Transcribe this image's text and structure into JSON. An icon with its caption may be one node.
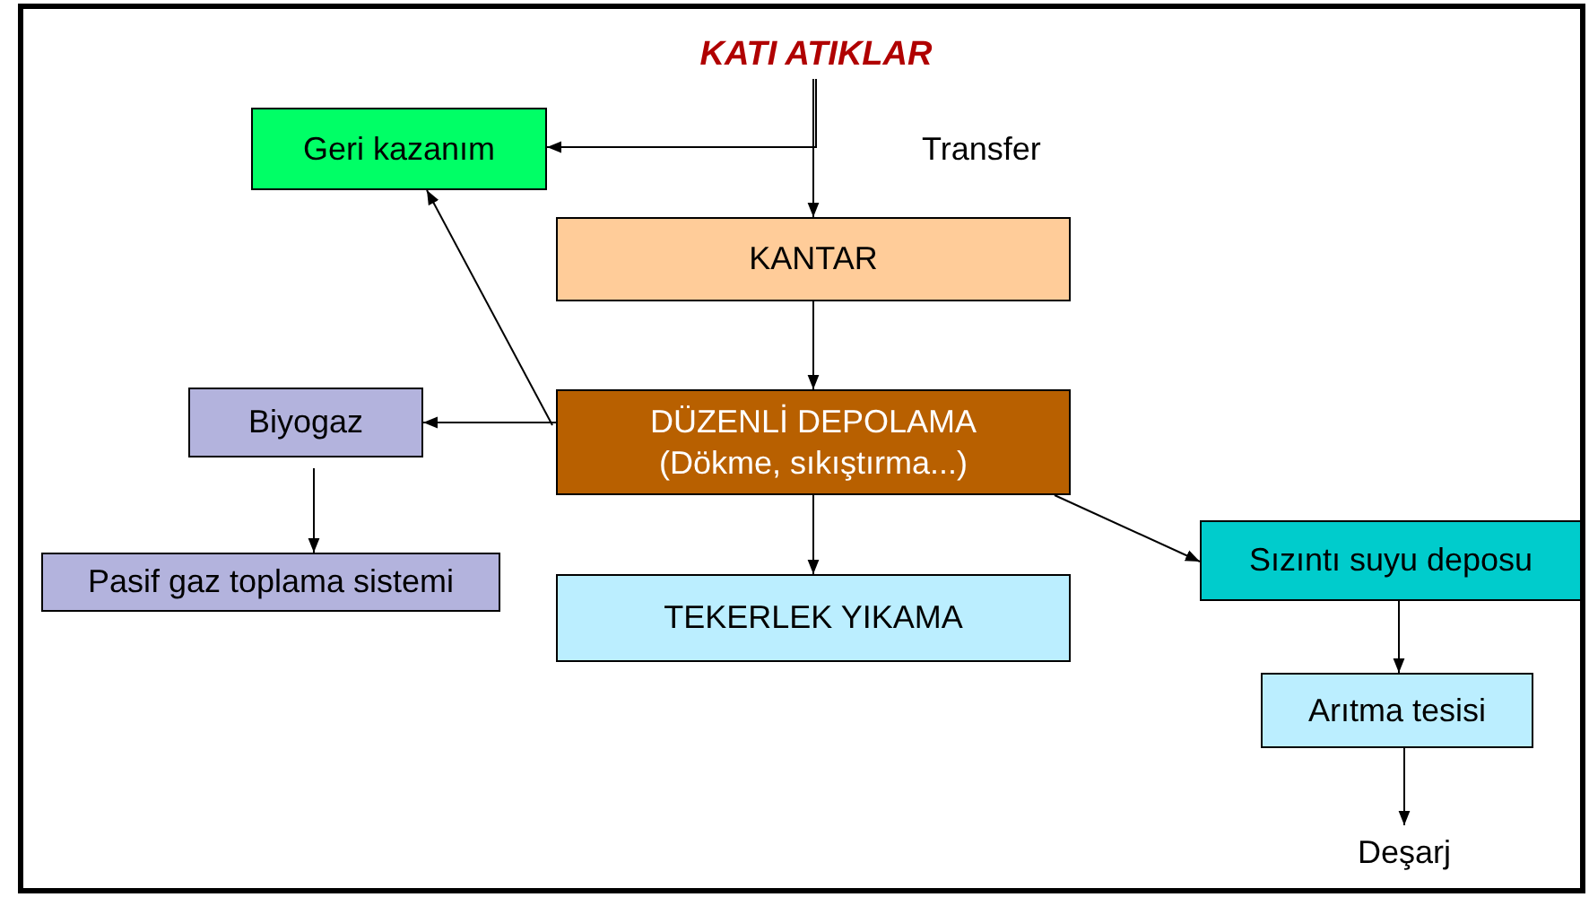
{
  "diagram": {
    "nodes": [
      {
        "text": [
          "KATI ATIKLAR"
        ]
      },
      {
        "text": [
          "Geri kazanım"
        ]
      },
      {
        "text": [
          "KANTAR"
        ]
      },
      {
        "text": [
          "DÜZENLİ DEPOLAMA",
          "(Dökme, sıkıştırma...)"
        ]
      },
      {
        "text": [
          "Biyogaz"
        ]
      },
      {
        "text": [
          "Pasif gaz toplama sistemi"
        ]
      },
      {
        "text": [
          "TEKERLEK YIKAMA"
        ]
      },
      {
        "text": [
          "Sızıntı suyu deposu"
        ]
      },
      {
        "text": [
          "Arıtma tesisi"
        ]
      },
      {
        "text": [
          "Deşarj"
        ]
      }
    ],
    "edges": [
      {
        "from": 0,
        "to": 2,
        "arrow": "to"
      },
      {
        "from": 0,
        "to": 1,
        "arrow": "to"
      },
      {
        "from": 2,
        "to": 3,
        "arrow": "to"
      },
      {
        "from": 3,
        "to": 4,
        "arrow": "to"
      },
      {
        "from": 3,
        "to": 1,
        "arrow": "to"
      },
      {
        "from": 4,
        "to": 5,
        "arrow": "to"
      },
      {
        "from": 3,
        "to": 6,
        "arrow": "to"
      },
      {
        "from": 3,
        "to": 7,
        "arrow": "to"
      },
      {
        "from": 7,
        "to": 8,
        "arrow": "to"
      },
      {
        "from": 8,
        "to": 9,
        "arrow": "to"
      }
    ],
    "labels": [
      "Transfer"
    ]
  }
}
